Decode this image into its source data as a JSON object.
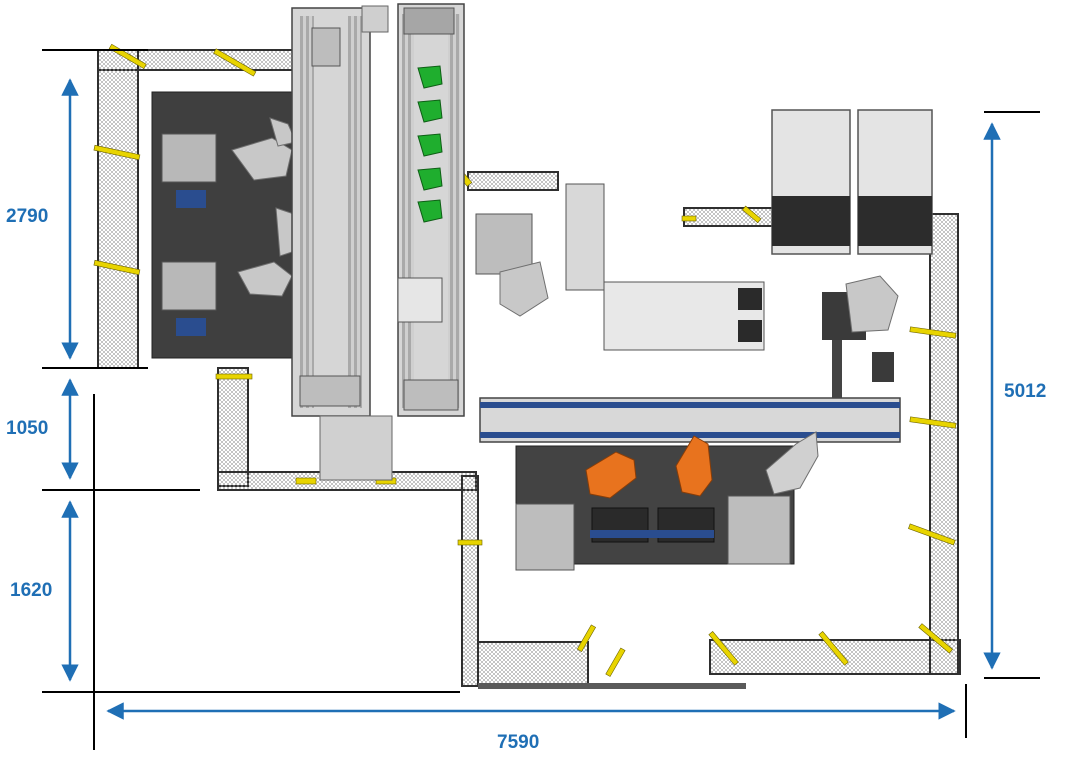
{
  "dimensions": {
    "left_top": "2790",
    "left_middle": "1050",
    "left_bottom": "1620",
    "right_height": "5012",
    "bottom_width": "7590"
  },
  "colors": {
    "dimension": "#1f6fb5",
    "dimension_line": "#000000",
    "fence_frame": "#2f2f2f",
    "fence_mesh": "#9a9a9a",
    "fence_bracket": "#e8d400",
    "machine_base": "#3f3f3f",
    "machine_frame": "#b5b5b5",
    "robot_grey": "#c8c8c8",
    "robot_orange": "#e8731e",
    "part_green": "#1fae2e",
    "motor_blue": "#2a4d8f"
  }
}
